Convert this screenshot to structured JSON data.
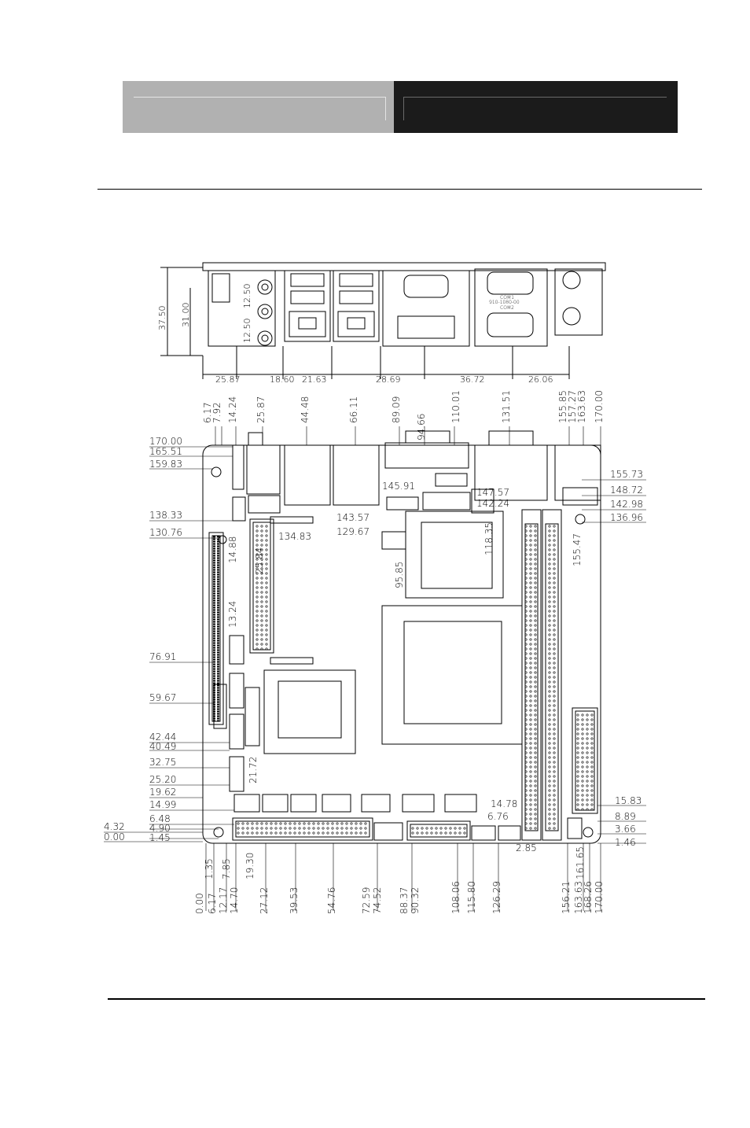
{
  "header": {
    "left_text": "",
    "right_text": ""
  },
  "drawing": {
    "top_view_dims": {
      "vertical": [
        "37.50",
        "31.00",
        "12.50",
        "12.50"
      ],
      "horizontal": [
        "25.87",
        "18.60",
        "21.63",
        "28.69",
        "36.72",
        "26.06"
      ]
    },
    "board_top_dims": [
      "6.17",
      "7.92",
      "14.24",
      "25.87",
      "44.48",
      "66.11",
      "89.09",
      "94.66",
      "110.01",
      "131.51",
      "155.85",
      "157.27",
      "163.63",
      "170.00"
    ],
    "board_left_dims": [
      "170.00",
      "165.51",
      "159.83",
      "138.33",
      "130.76",
      "76.91",
      "59.67",
      "42.44",
      "40.49",
      "32.75",
      "25.20",
      "19.62",
      "14.99",
      "6.48",
      "4.90",
      "4.32",
      "0.00",
      "1.45"
    ],
    "board_right_dims": [
      "155.73",
      "148.72",
      "142.98",
      "136.96",
      "15.83",
      "8.89",
      "3.66",
      "1.46"
    ],
    "board_inner_dims": [
      "145.91",
      "147.57",
      "142.24",
      "143.57",
      "129.67",
      "134.83",
      "118.35",
      "95.85",
      "25.84",
      "14.88",
      "13.24",
      "155.47",
      "21.72",
      "14.78",
      "6.76",
      "2.85"
    ],
    "board_bottom_dims": [
      "1.35",
      "7.85",
      "19.30",
      "0.00",
      "6.17",
      "12.17",
      "14.70",
      "27.12",
      "39.53",
      "54.76",
      "72.59",
      "74.52",
      "88.37",
      "90.32",
      "108.06",
      "115.80",
      "126.29",
      "156.21",
      "163.63",
      "161.65",
      "168.26",
      "170.00"
    ],
    "vga_label": [
      "910-1080-00",
      "COM1",
      "COM2"
    ]
  }
}
